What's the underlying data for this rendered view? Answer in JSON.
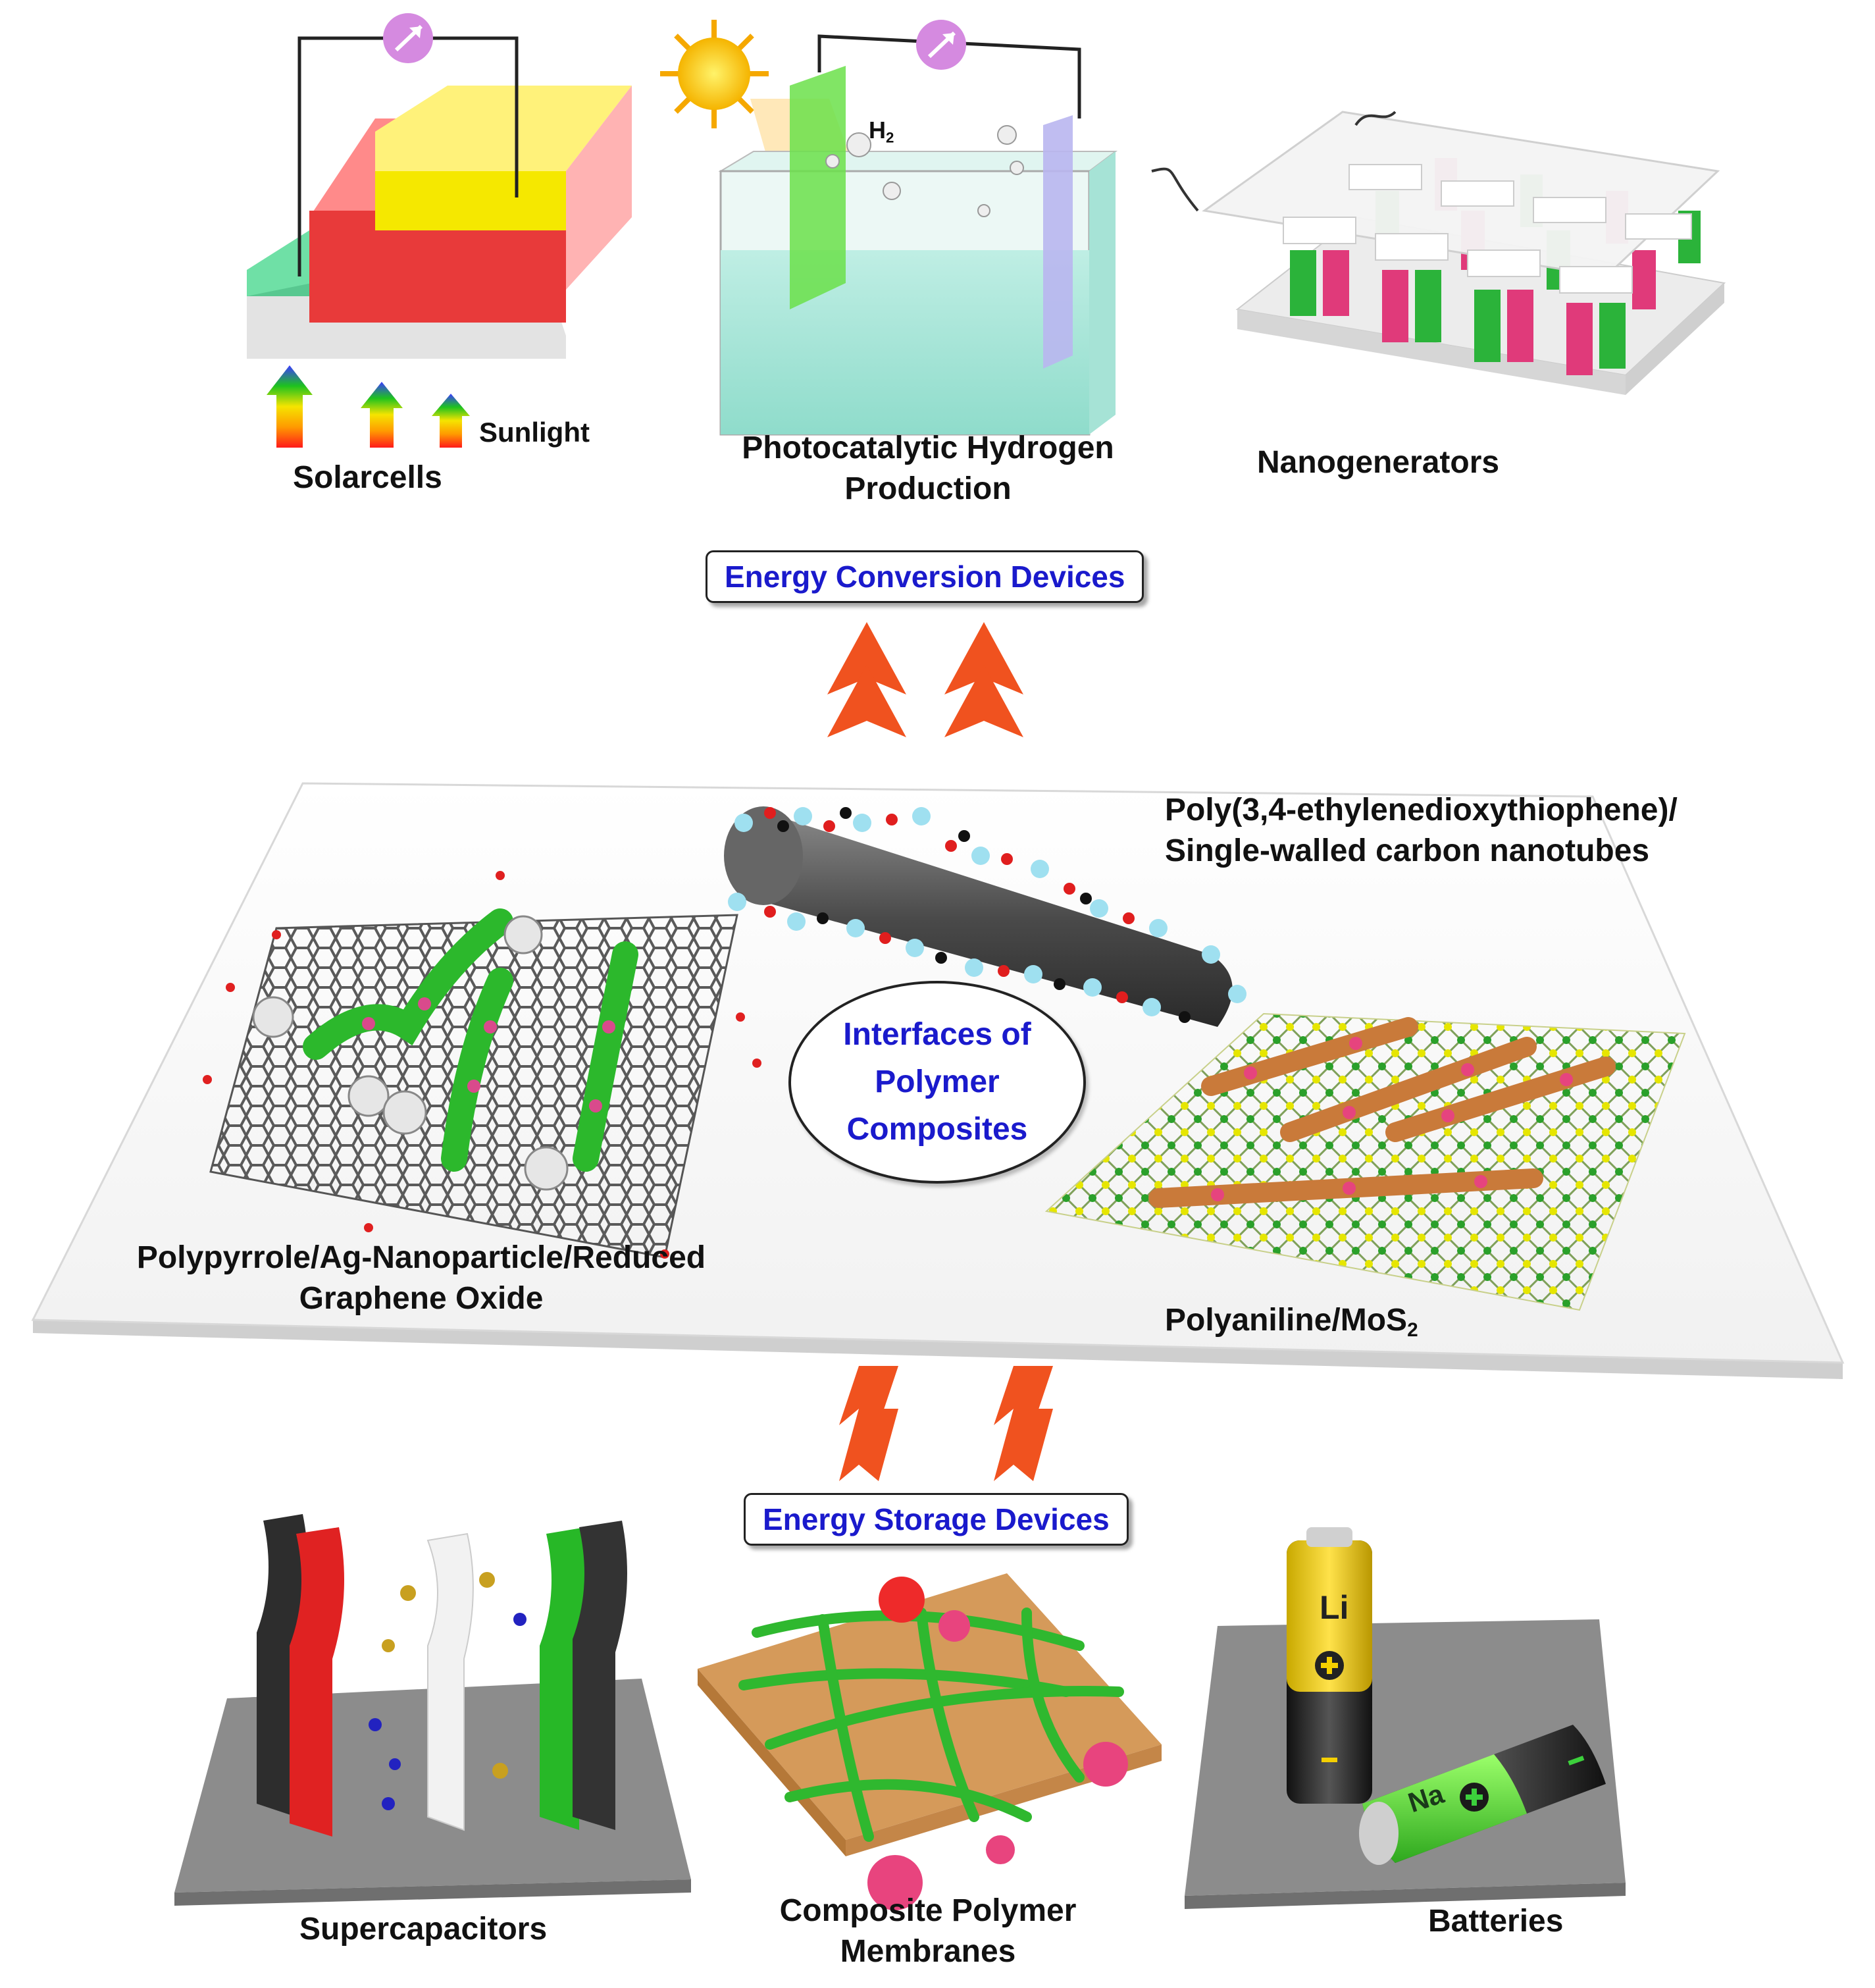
{
  "top": {
    "solarcells": {
      "label": "Solarcells",
      "sunlight": "Sunlight"
    },
    "photocatalytic": {
      "line1": "Photocatalytic Hydrogen",
      "line2": "Production",
      "h2": "H",
      "h2_sub": "2"
    },
    "nanogenerators": {
      "label": "Nanogenerators"
    }
  },
  "conversion_box": "Energy Conversion Devices",
  "center": {
    "pedot_line1": "Poly(3,4-ethylenedioxythiophene)/",
    "pedot_line2": "Single-walled carbon nanotubes",
    "oval_line1": "Interfaces of",
    "oval_line2": "Polymer",
    "oval_line3": "Composites",
    "ppy_line1": "Polypyrrole/Ag-Nanoparticle/Reduced",
    "ppy_line2": "Graphene Oxide",
    "pani_prefix": "Polyaniline/MoS",
    "pani_sub": "2"
  },
  "storage_box": "Energy Storage Devices",
  "bottom": {
    "supercapacitors": "Supercapacitors",
    "membranes_line1": "Composite Polymer",
    "membranes_line2": "Membranes",
    "batteries": "Batteries",
    "battery_li": "Li",
    "battery_na": "Na"
  },
  "colors": {
    "arrow": "#f0521f",
    "accent_text": "#1a1acc"
  }
}
